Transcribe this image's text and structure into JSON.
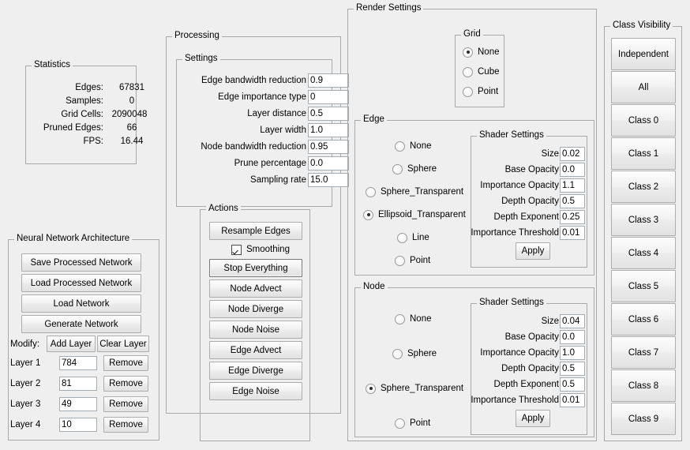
{
  "statistics": {
    "title": "Statistics",
    "rows": [
      {
        "label": "Edges:",
        "value": "67831"
      },
      {
        "label": "Samples:",
        "value": "0"
      },
      {
        "label": "Grid Cells:",
        "value": "2090048"
      },
      {
        "label": "Pruned Edges:",
        "value": "66"
      },
      {
        "label": "FPS:",
        "value": "16.44"
      }
    ]
  },
  "network": {
    "title": "Neural Network Architecture",
    "buttons": [
      "Save Processed Network",
      "Load Processed Network",
      "Load Network",
      "Generate Network"
    ],
    "modify_label": "Modify:",
    "add_layer_label": "Add Layer",
    "clear_layer_label": "Clear Layer",
    "remove_label": "Remove",
    "layers": [
      {
        "label": "Layer 1",
        "value": "784"
      },
      {
        "label": "Layer 2",
        "value": "81"
      },
      {
        "label": "Layer 3",
        "value": "49"
      },
      {
        "label": "Layer 4",
        "value": "10"
      }
    ]
  },
  "processing": {
    "title": "Processing",
    "settings": {
      "title": "Settings",
      "rows": [
        {
          "label": "Edge bandwidth reduction",
          "value": "0.9"
        },
        {
          "label": "Edge importance type",
          "value": "0"
        },
        {
          "label": "Layer distance",
          "value": "0.5"
        },
        {
          "label": "Layer width",
          "value": "1.0"
        },
        {
          "label": "Node bandwidth reduction",
          "value": "0.95"
        },
        {
          "label": "Prune percentage",
          "value": "0.0"
        },
        {
          "label": "Sampling rate",
          "value": "15.0"
        }
      ]
    },
    "actions": {
      "title": "Actions",
      "resample_label": "Resample Edges",
      "smoothing_label": "Smoothing",
      "smoothing_checked": true,
      "buttons": [
        {
          "label": "Stop Everything",
          "focused": true
        },
        {
          "label": "Node Advect",
          "focused": false
        },
        {
          "label": "Node Diverge",
          "focused": false
        },
        {
          "label": "Node Noise",
          "focused": false
        },
        {
          "label": "Edge Advect",
          "focused": false
        },
        {
          "label": "Edge Diverge",
          "focused": false
        },
        {
          "label": "Edge Noise",
          "focused": false
        }
      ]
    }
  },
  "render": {
    "title": "Render Settings",
    "grid": {
      "title": "Grid",
      "options": [
        "None",
        "Cube",
        "Point"
      ],
      "selected": "None"
    },
    "edge": {
      "title": "Edge",
      "options": [
        "None",
        "Sphere",
        "Sphere_Transparent",
        "Ellipsoid_Transparent",
        "Line",
        "Point"
      ],
      "selected": "Ellipsoid_Transparent",
      "shader": {
        "title": "Shader Settings",
        "rows": [
          {
            "label": "Size",
            "value": "0.02"
          },
          {
            "label": "Base Opacity",
            "value": "0.0"
          },
          {
            "label": "Importance Opacity",
            "value": "1.1"
          },
          {
            "label": "Depth Opacity",
            "value": "0.5"
          },
          {
            "label": "Depth Exponent",
            "value": "0.25"
          },
          {
            "label": "Importance Threshold",
            "value": "0.01"
          }
        ],
        "apply_label": "Apply"
      }
    },
    "node": {
      "title": "Node",
      "options": [
        "None",
        "Sphere",
        "Sphere_Transparent",
        "Point"
      ],
      "selected": "Sphere_Transparent",
      "shader": {
        "title": "Shader Settings",
        "rows": [
          {
            "label": "Size",
            "value": "0.04"
          },
          {
            "label": "Base Opacity",
            "value": "0.0"
          },
          {
            "label": "Importance Opacity",
            "value": "1.0"
          },
          {
            "label": "Depth Opacity",
            "value": "0.5"
          },
          {
            "label": "Depth Exponent",
            "value": "0.5"
          },
          {
            "label": "Importance Threshold",
            "value": "0.01"
          }
        ],
        "apply_label": "Apply"
      }
    }
  },
  "class_visibility": {
    "title": "Class Visibility",
    "buttons": [
      "Independent",
      "All",
      "Class 0",
      "Class 1",
      "Class 2",
      "Class 3",
      "Class 4",
      "Class 5",
      "Class 6",
      "Class 7",
      "Class 8",
      "Class 9"
    ]
  }
}
